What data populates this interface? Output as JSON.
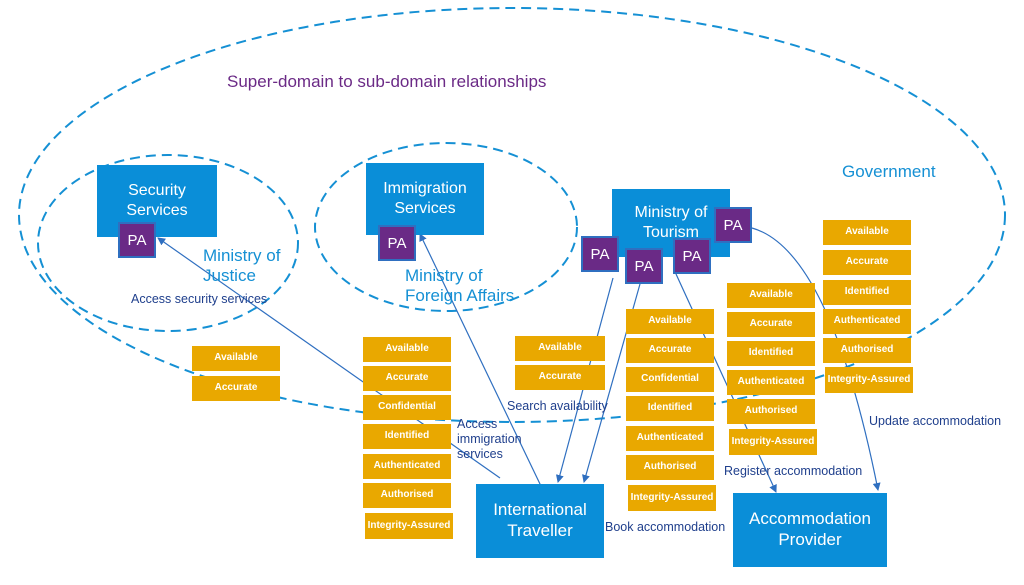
{
  "title": "Super-domain to sub-domain relationships",
  "domains": {
    "government": "Government",
    "justice": "Ministry of Justice",
    "foreign": "Ministry of Foreign Affairs"
  },
  "entities": {
    "security": "Security Services",
    "immigration": "Immigration Services",
    "tourism": "Ministry of Tourism",
    "traveller": "International Traveller",
    "provider": "Accommodation Provider"
  },
  "pa_label": "PA",
  "flows": {
    "access_security": "Access security services",
    "access_immigration": "Access immigration services",
    "search": "Search availability",
    "book": "Book accommodation",
    "register": "Register accommodation",
    "update": "Update accommodation"
  },
  "tag_groups": {
    "security": [
      "Available",
      "Accurate"
    ],
    "immigration": [
      "Available",
      "Accurate",
      "Confidential",
      "Identified",
      "Authenticated",
      "Authorised",
      "Integrity-Assured"
    ],
    "search": [
      "Available",
      "Accurate"
    ],
    "book": [
      "Available",
      "Accurate",
      "Confidential",
      "Identified",
      "Authenticated",
      "Authorised",
      "Integrity-Assured"
    ],
    "register": [
      "Available",
      "Accurate",
      "Identified",
      "Authenticated",
      "Authorised",
      "Integrity-Assured"
    ],
    "update": [
      "Available",
      "Accurate",
      "Identified",
      "Authenticated",
      "Authorised",
      "Integrity-Assured"
    ]
  },
  "colors": {
    "entity": "#0a8ed8",
    "pa": "#6a2a86",
    "tag": "#e9a800",
    "boundary": "#1590d4",
    "arrow": "#2f6fc0",
    "title": "#6b2a86"
  }
}
